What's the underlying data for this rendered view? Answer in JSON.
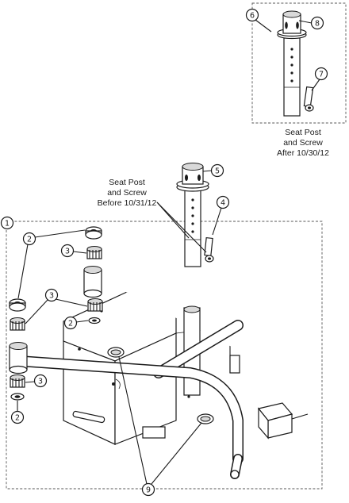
{
  "callouts": {
    "c1": "1",
    "c2a": "2",
    "c2b": "2",
    "c2c": "2",
    "c3a": "3",
    "c3b": "3",
    "c3c": "3",
    "c4": "4",
    "c5": "5",
    "c6": "6",
    "c7": "7",
    "c8": "8",
    "c9": "9"
  },
  "captions": {
    "after": [
      "Seat Post",
      "and Screw",
      "After 10/30/12"
    ],
    "before": [
      "Seat Post",
      "and Screw",
      "Before 10/31/12"
    ]
  }
}
